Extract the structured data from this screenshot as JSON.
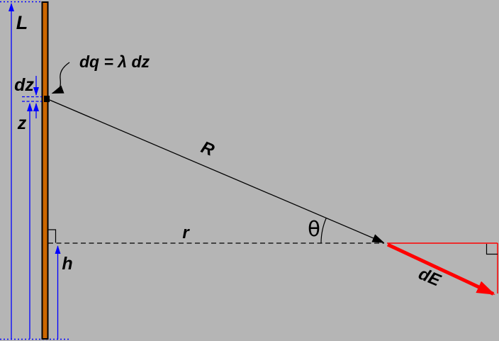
{
  "figure": {
    "labels": {
      "rod_length": "L",
      "element_thickness": "dz",
      "element_height": "z",
      "charge_element_equation": "dq = λ dz",
      "distance_vector": "R",
      "horizontal_distance": "r",
      "angle": "θ",
      "observation_height": "h",
      "field_vector": "dE"
    },
    "colors": {
      "background": "#b5b5b5",
      "rod_fill": "#cc6600",
      "rod_outline": "#000000",
      "dimension_lines": "#0000ff",
      "charge_label_text": "#993300",
      "field_vector_red": "#ff0000",
      "geometry_black": "#000000"
    }
  }
}
